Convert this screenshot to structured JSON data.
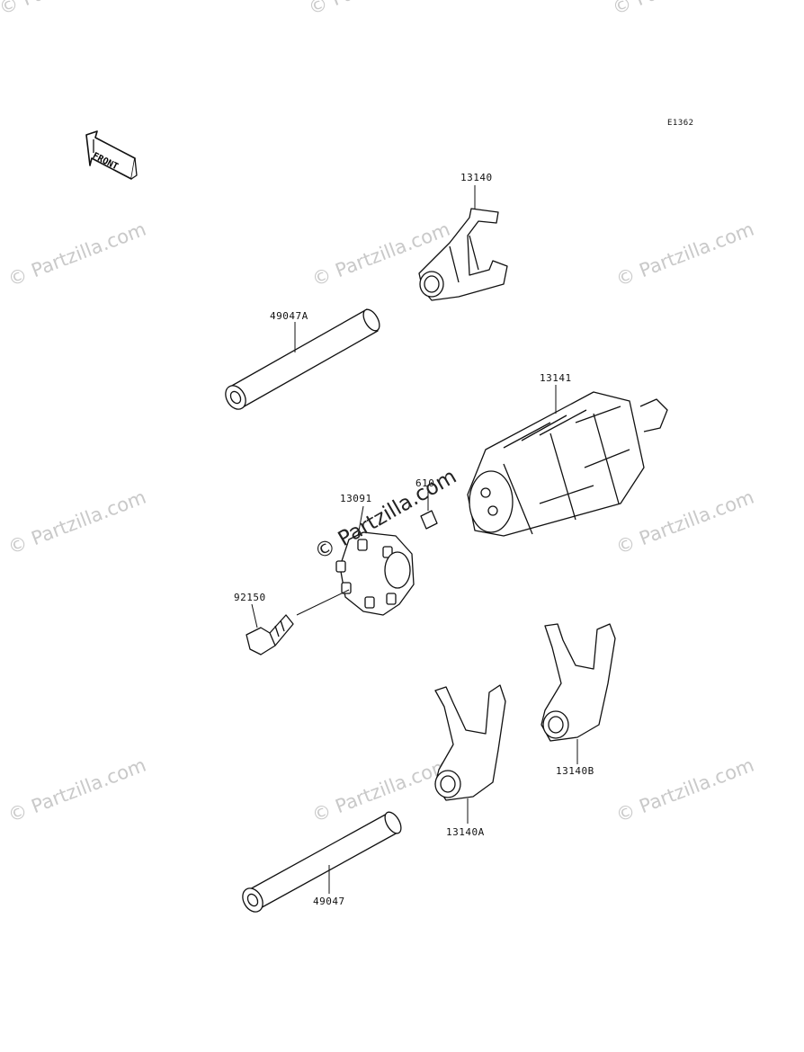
{
  "diagram_code": "E1362",
  "front_arrow_text": "FRONT",
  "watermark_text": "© Partzilla.com",
  "parts": {
    "fork_top": "13140",
    "shaft_a": "49047A",
    "drum": "13141",
    "pin": "610",
    "detent_cam": "13091",
    "bolt": "92150",
    "fork_b": "13140B",
    "fork_a": "13140A",
    "shaft": "49047"
  }
}
